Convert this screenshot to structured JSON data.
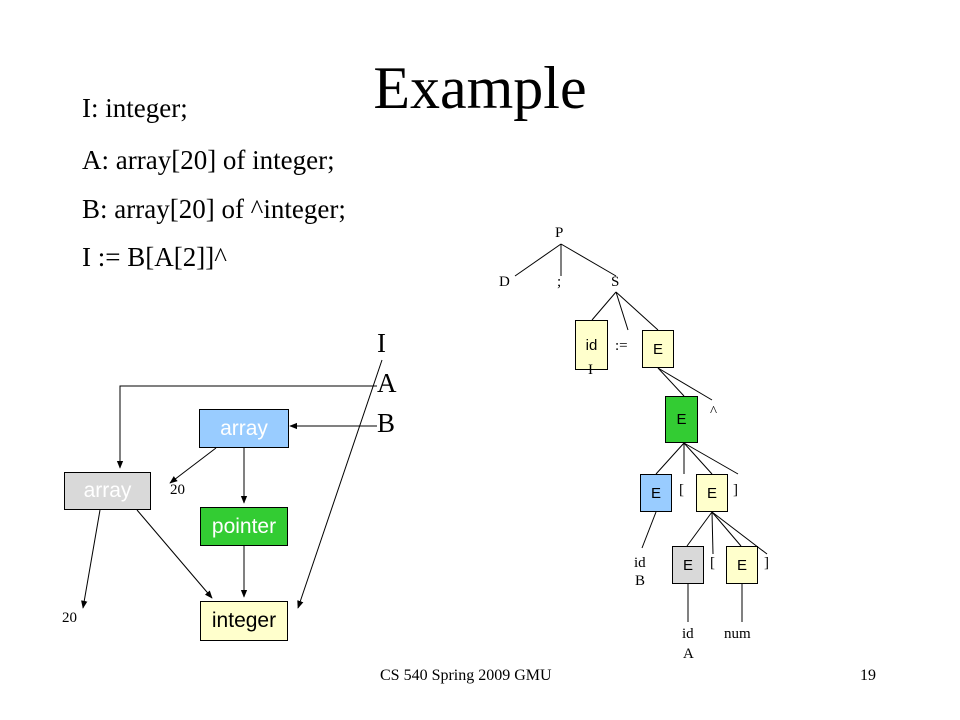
{
  "title": "Example",
  "code_lines": [
    "I: integer;",
    "A: array[20] of integer;",
    "B: array[20] of ^integer;",
    "I := B[A[2]]^"
  ],
  "type_graph": {
    "symbols": [
      "I",
      "A",
      "B"
    ],
    "nodes": {
      "array_left": "array",
      "array_top": "array",
      "pointer": "pointer",
      "integer": "integer"
    },
    "edge_labels": {
      "size_left": "20",
      "size_top": "20"
    },
    "colors": {
      "array_left": "#d9d9d9",
      "array_top": "#99ccff",
      "pointer": "#33cc33",
      "integer": "#ffffcc"
    }
  },
  "parse_tree": {
    "P": "P",
    "D": "D",
    "semicolon": ";",
    "S": "S",
    "id_I": "id",
    "I_label": "I",
    "assign": ":=",
    "E_assign": "E",
    "E_deref": "E",
    "caret": "^",
    "E_outer_base": "E",
    "lbracket_1": "[",
    "E_outer_index": "E",
    "rbracket_1": "]",
    "id_B": "id",
    "B_label": "B",
    "E_inner_base": "E",
    "lbracket_2": "[",
    "E_inner_index": "E",
    "rbracket_2": "]",
    "id_A": "id",
    "A_label": "A",
    "num": "num"
  },
  "footer": {
    "left": "CS 540 Spring 2009 GMU",
    "page": "19"
  }
}
